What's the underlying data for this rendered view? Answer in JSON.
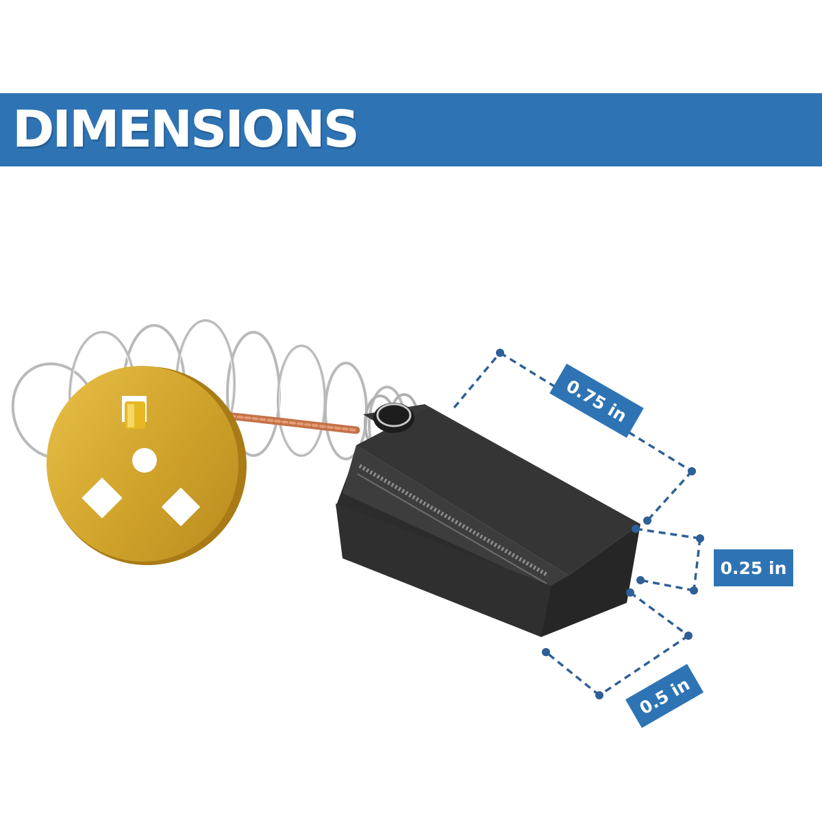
{
  "banner": {
    "title": "DIMENSIONS",
    "background_color": "#2e74b5",
    "text_color": "#ffffff"
  },
  "product": {
    "icon": "carbon-brush-with-spring-icon"
  },
  "dimensions": {
    "length": "0.75 in",
    "height": "0.25 in",
    "width": "0.5 in",
    "color": "#2e74b5"
  }
}
